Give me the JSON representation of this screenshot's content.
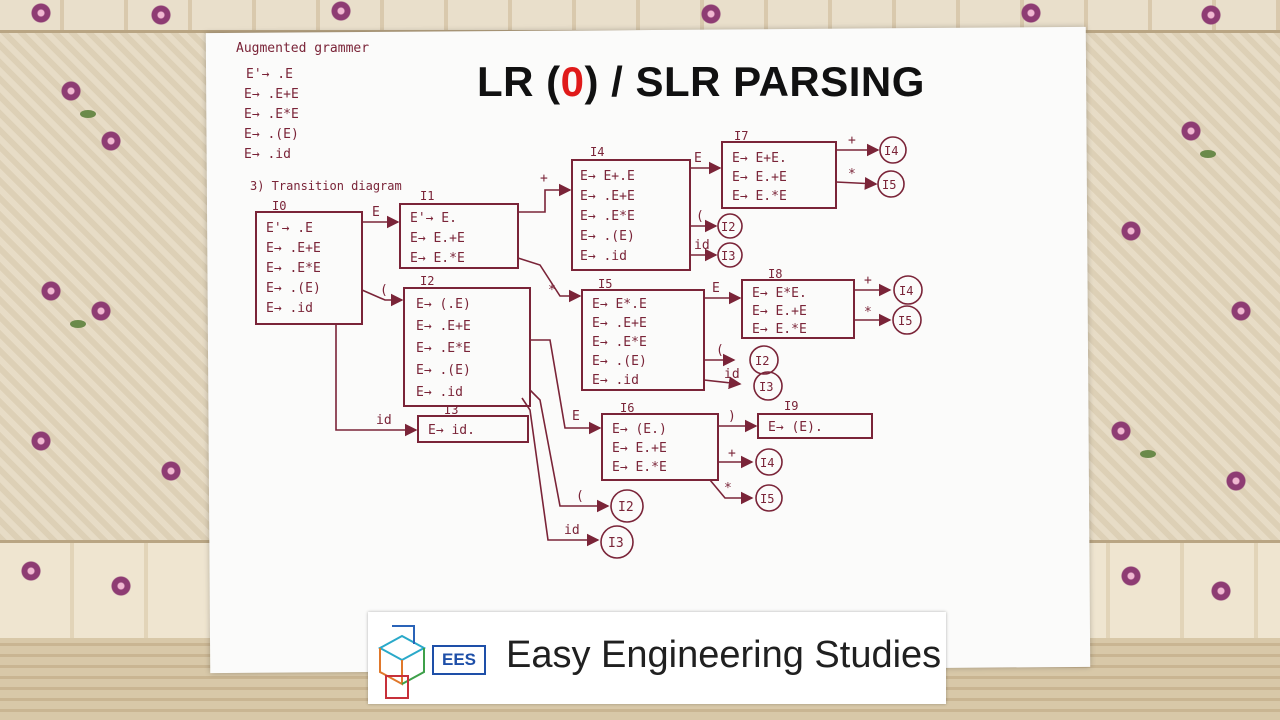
{
  "title": {
    "prefix": "LR (",
    "zero": "0",
    "suffix": ") / SLR PARSING"
  },
  "notes": {
    "augmented_heading": "Augmented grammer",
    "augmented_rules": [
      "E'→ .E",
      "E→  .E+E",
      "E→  .E*E",
      "E→  .(E)",
      "E→  .id"
    ],
    "transition_heading": "3) Transition diagram"
  },
  "states": {
    "I0": {
      "label": "I0",
      "items": [
        "E'→ .E",
        "E→ .E+E",
        "E→ .E*E",
        "E→ .(E)",
        "E→ .id"
      ]
    },
    "I1": {
      "label": "I1",
      "items": [
        "E'→ E.",
        "E→ E.+E",
        "E→ E.*E"
      ]
    },
    "I2": {
      "label": "I2",
      "items": [
        "E→ (.E)",
        "E→ .E+E",
        "E→ .E*E",
        "E→ .(E)",
        "E→ .id"
      ]
    },
    "I3": {
      "label": "I3",
      "items": [
        "E→ id."
      ]
    },
    "I4": {
      "label": "I4",
      "items": [
        "E→ E+.E",
        "E→ .E+E",
        "E→ .E*E",
        "E→ .(E)",
        "E→ .id"
      ]
    },
    "I5": {
      "label": "I5",
      "items": [
        "E→ E*.E",
        "E→ .E+E",
        "E→ .E*E",
        "E→ .(E)",
        "E→ .id"
      ]
    },
    "I6": {
      "label": "I6",
      "items": [
        "E→ (E.)",
        "E→ E.+E",
        "E→ E.*E"
      ]
    },
    "I7": {
      "label": "I7",
      "items": [
        "E→ E+E.",
        "E→ E.+E",
        "E→ E.*E"
      ]
    },
    "I8": {
      "label": "I8",
      "items": [
        "E→ E*E.",
        "E→ E.+E",
        "E→ E.*E"
      ]
    },
    "I9": {
      "label": "I9",
      "items": [
        "E→ (E)."
      ]
    }
  },
  "edge_labels": {
    "e01": "E",
    "e02": "(",
    "e03": "id",
    "e14": "+",
    "e15": "*",
    "e47": "E",
    "e4_2": "(",
    "e4_3": "id",
    "e58": "E",
    "e5_2": "(",
    "e5_3": "id",
    "e26": "E",
    "e2_2": "(",
    "e2_3": "id",
    "e69": ")",
    "e6_4": "+",
    "e6_5": "*",
    "e7_4": "+",
    "e7_5": "*",
    "e8_4": "+",
    "e8_5": "*"
  },
  "ref_nodes": [
    "I4",
    "I5",
    "I2",
    "I3",
    "I4",
    "I5",
    "I2",
    "I3",
    "I4",
    "I5",
    "I2",
    "I3"
  ],
  "logo": {
    "badge": "EES",
    "text": "Easy Engineering Studies"
  },
  "colors": {
    "ink": "#7a2438",
    "title_accent": "#e01a1a",
    "brand_blue": "#1e4fa8"
  }
}
